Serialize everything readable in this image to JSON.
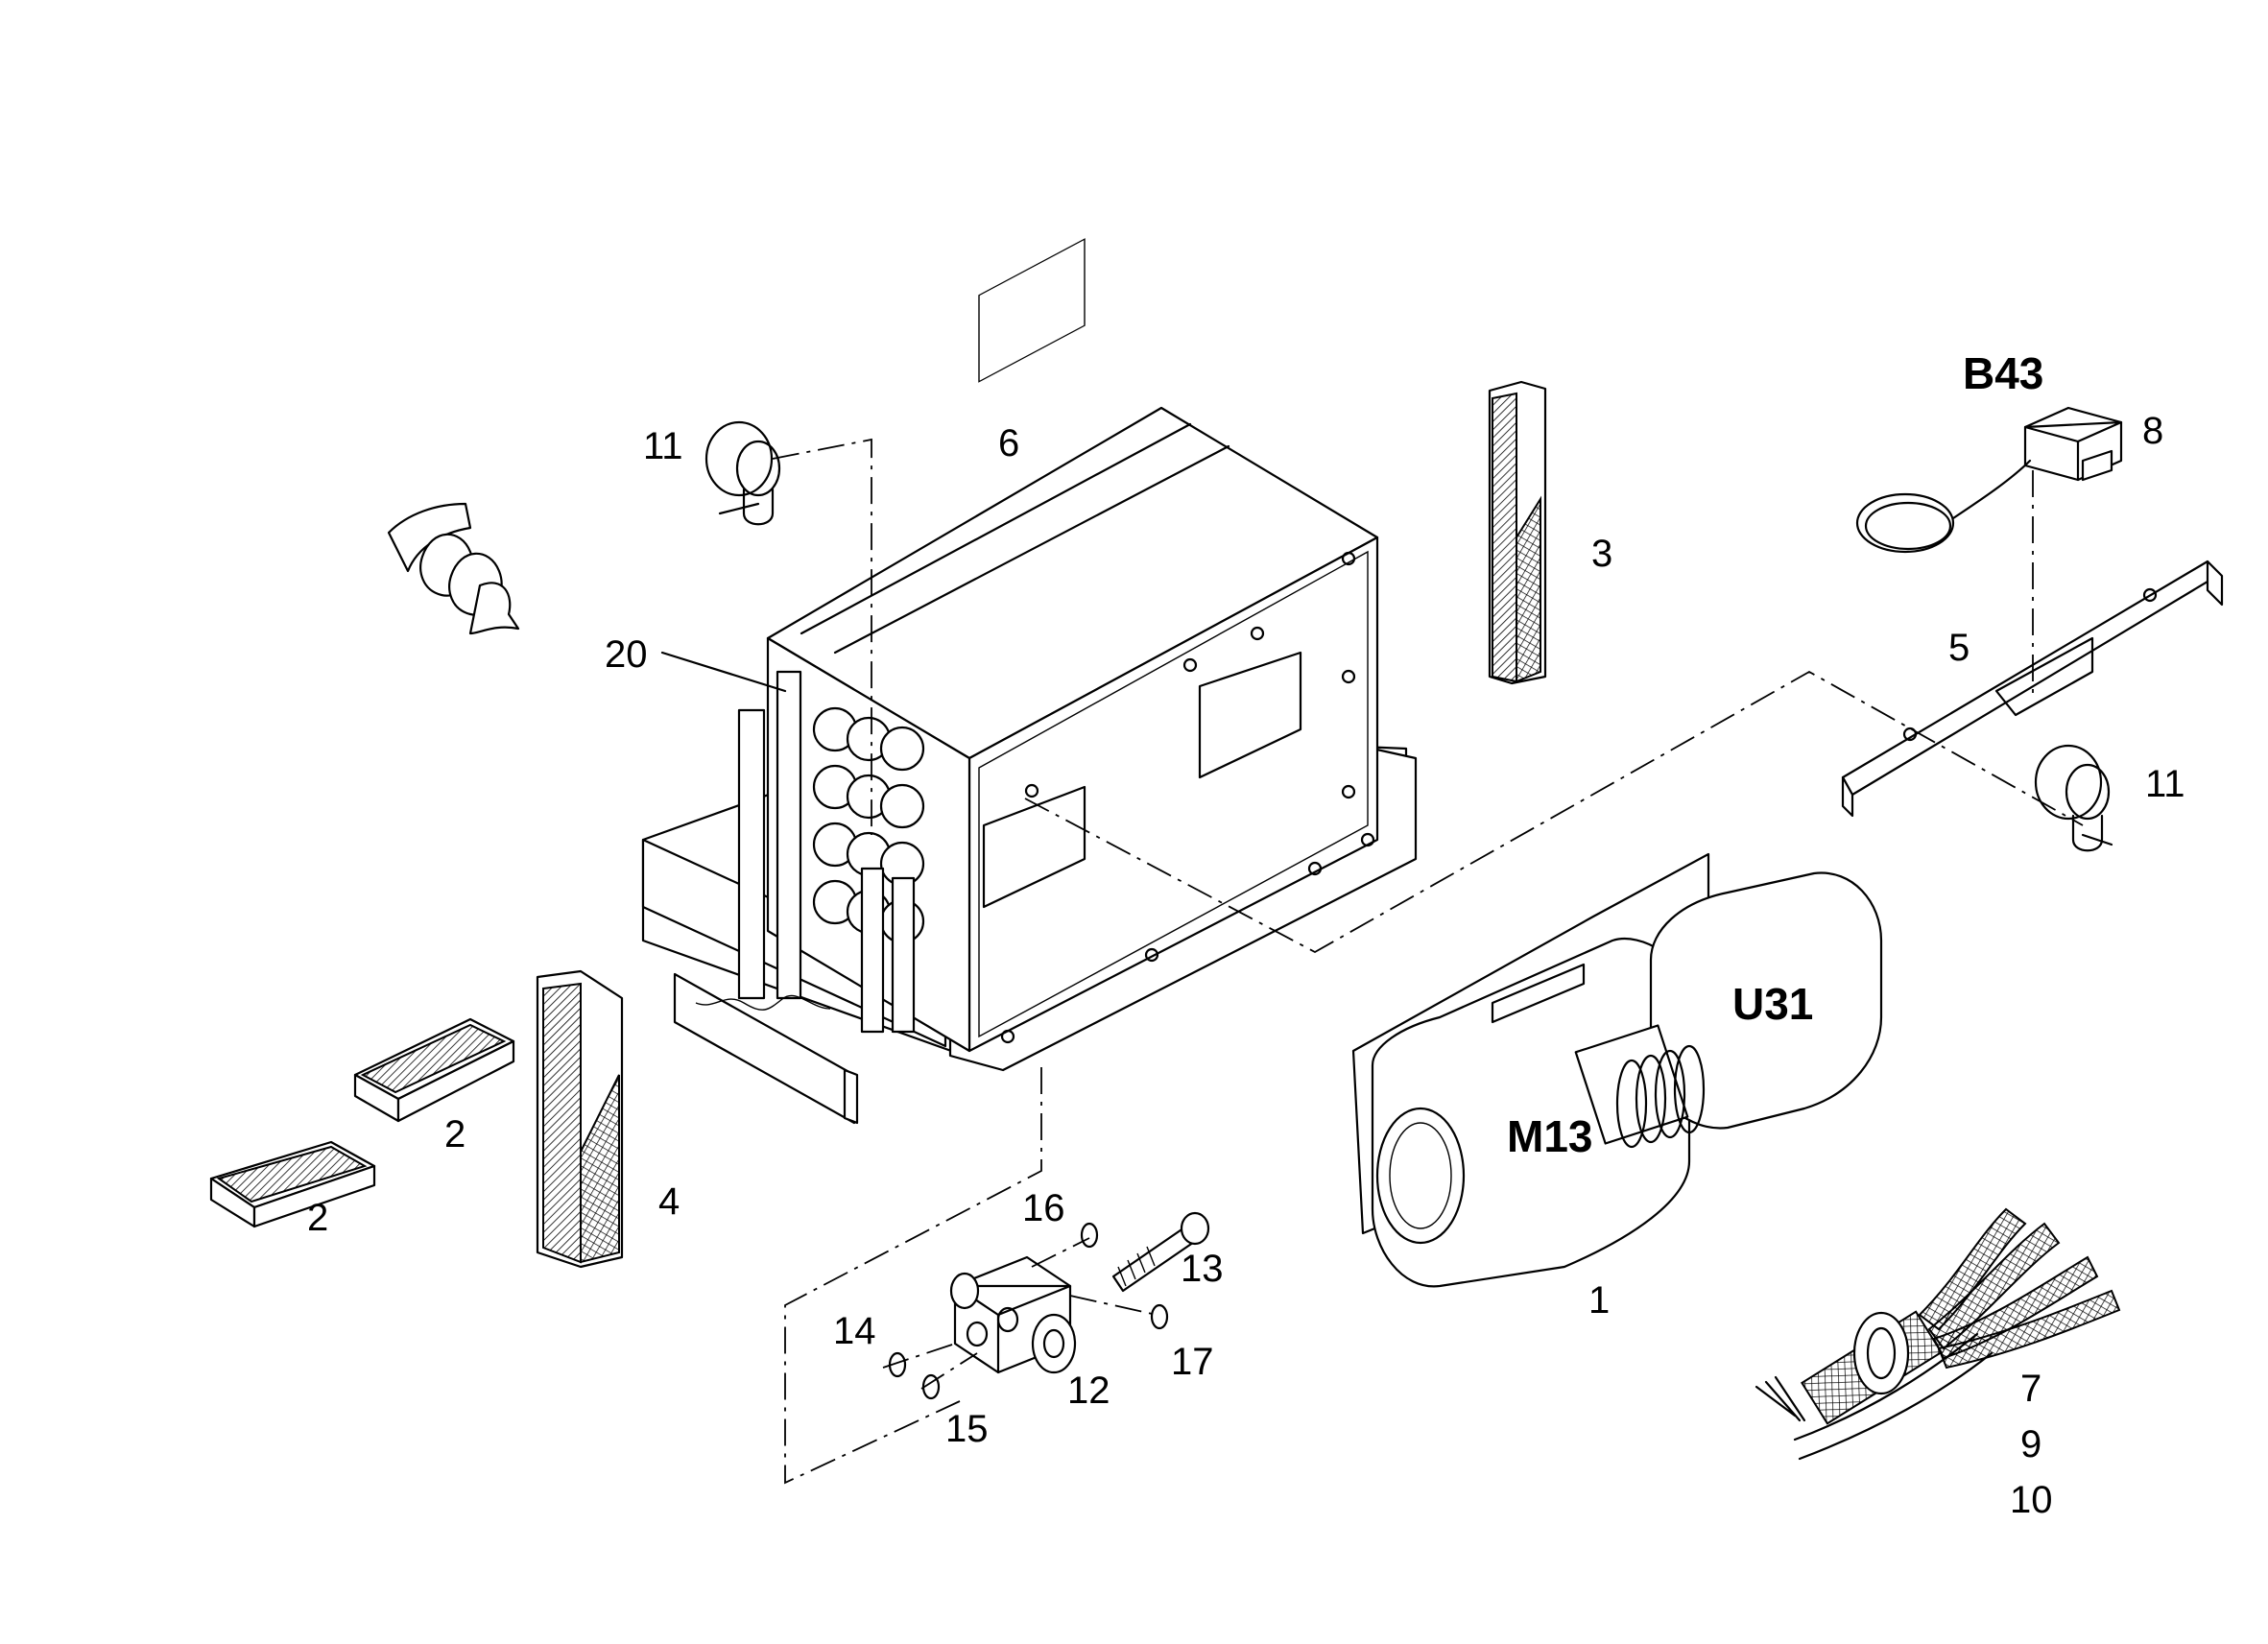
{
  "diagram": {
    "part_labels": {
      "p1": "1",
      "p2a": "2",
      "p2b": "2",
      "p3": "3",
      "p4": "4",
      "p5": "5",
      "p6": "6",
      "p7": "7",
      "p8": "8",
      "p9": "9",
      "p10": "10",
      "p11a": "11",
      "p11b": "11",
      "p12": "12",
      "p13": "13",
      "p14": "14",
      "p15": "15",
      "p16": "16",
      "p17": "17",
      "p20": "20"
    },
    "component_codes": {
      "sensor": "B43",
      "control_unit": "U31",
      "motor": "M13"
    },
    "colors": {
      "line": "#000000",
      "background": "#ffffff"
    }
  }
}
